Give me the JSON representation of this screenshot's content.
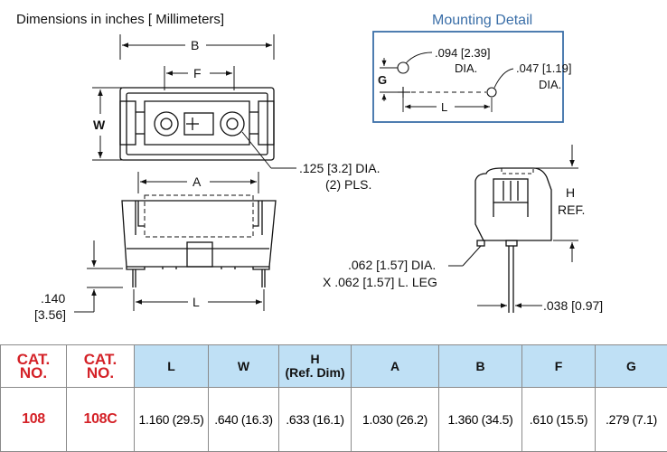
{
  "drawing": {
    "units_note": "Dimensions in inches [ Millimeters]",
    "mounting_title": "Mounting Detail",
    "mount_labels": {
      "hole_large_size": ".094 [2.39]",
      "hole_large_dia": "DIA.",
      "hole_small_size": ".047 [1.19]",
      "hole_small_dia": "DIA.",
      "g": "G",
      "l": "L"
    },
    "top_view": {
      "b": "B",
      "f": "F",
      "w": "W",
      "hole_size": ".125 [3.2] DIA.",
      "hole_qty": "(2) PLS."
    },
    "front_view": {
      "a": "A",
      "l": "L",
      "lead_height": ".140",
      "lead_height_mm": "[3.56]"
    },
    "side_view": {
      "h": "H",
      "h_ref": "REF.",
      "leg_size": ".062 [1.57] DIA.",
      "leg_length": "X .062 [1.57] L. LEG",
      "pin_width": ".038 [0.97]"
    }
  },
  "table": {
    "headers": [
      {
        "line1": "CAT.",
        "line2": "NO."
      },
      {
        "line1": "CAT.",
        "line2": "NO."
      },
      {
        "line1": "L",
        "line2": ""
      },
      {
        "line1": "W",
        "line2": ""
      },
      {
        "line1": "H",
        "line2": "(Ref. Dim)"
      },
      {
        "line1": "A",
        "line2": ""
      },
      {
        "line1": "B",
        "line2": ""
      },
      {
        "line1": "F",
        "line2": ""
      },
      {
        "line1": "G",
        "line2": ""
      }
    ],
    "row": [
      "108",
      "108C",
      "1.160 (29.5)",
      ".640 (16.3)",
      ".633 (16.1)",
      "1.030 (26.2)",
      "1.360 (34.5)",
      ".610 (15.5)",
      ".279 (7.1)"
    ]
  },
  "colors": {
    "accent_red": "#d42127",
    "header_blue": "#bfe0f5",
    "mount_title_blue": "#3b6fa8",
    "mount_border": "#3b6fa8"
  }
}
